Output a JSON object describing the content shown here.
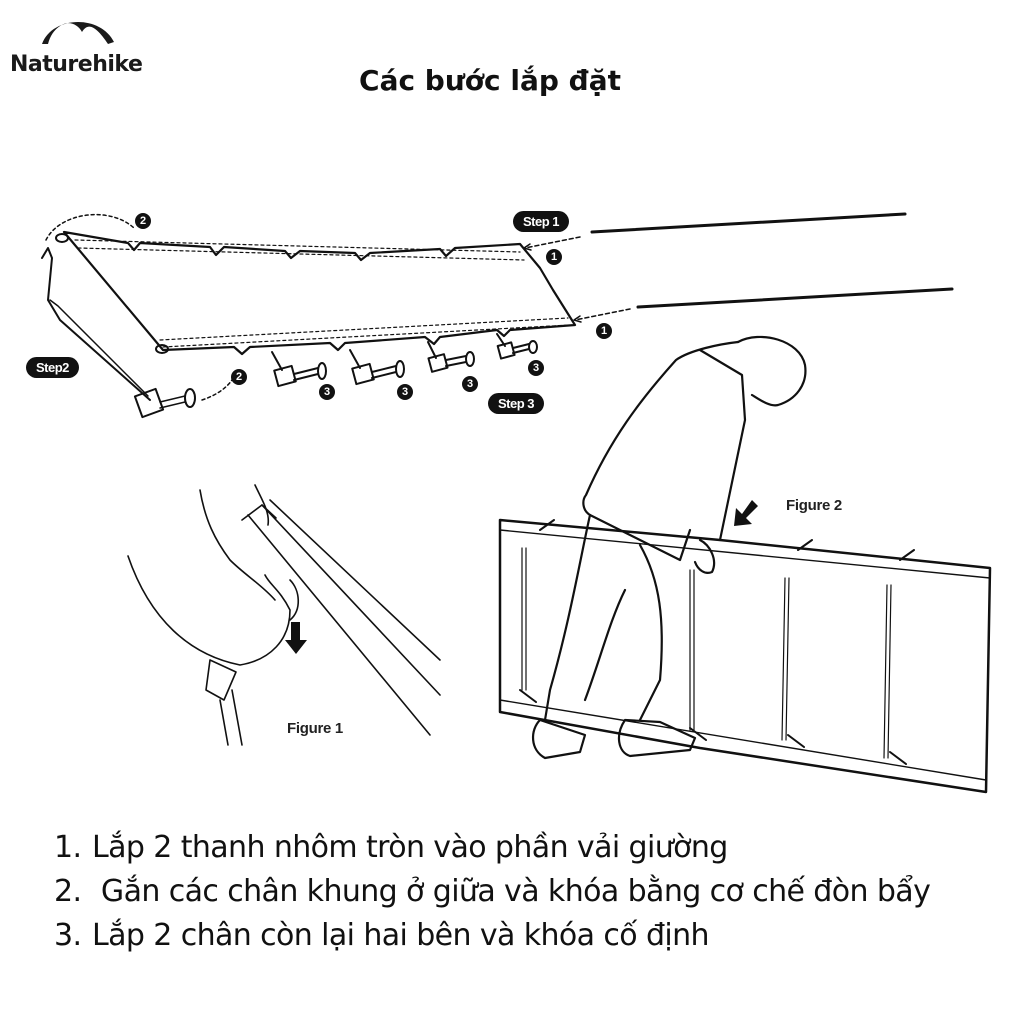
{
  "brand": {
    "logo_text": "Naturehike",
    "logo_icon": "mountain-arc-icon"
  },
  "page": {
    "title": "Các bước lắp đặt",
    "background": "#ffffff",
    "ink": "#111111"
  },
  "diagram": {
    "badges": {
      "step1": "Step 1",
      "step2": "Step2",
      "step3": "Step 3"
    },
    "markers": {
      "m1a": "1",
      "m1b": "1",
      "m2a": "2",
      "m2b": "2",
      "m3a": "3",
      "m3b": "3",
      "m3c": "3",
      "m3d": "3"
    },
    "figures": {
      "figure1": "Figure 1",
      "figure2": "Figure 2"
    },
    "icons": [
      "dashed-arrow-icon",
      "down-arrow-icon",
      "diagonal-arrow-icon"
    ]
  },
  "instructions": [
    {
      "num": "1.",
      "text": "Lắp 2 thanh nhôm tròn vào phần vải giường"
    },
    {
      "num": "2.",
      "text": " Gắn các chân khung ở giữa và khóa bằng cơ chế đòn bẩy"
    },
    {
      "num": "3.",
      "text": "Lắp 2 chân còn lại hai bên và khóa cố định"
    }
  ]
}
